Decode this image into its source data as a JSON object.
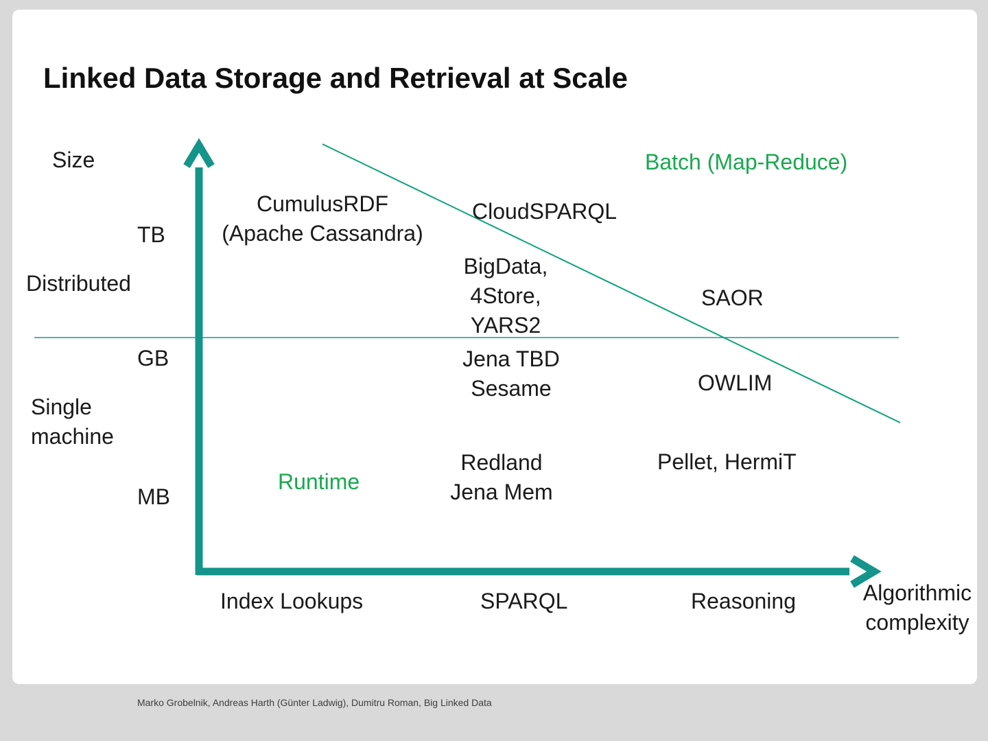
{
  "title": "Linked Data Storage and Retrieval at Scale",
  "footer": "Marko Grobelnik, Andreas Harth (Günter Ladwig), Dumitru Roman, Big Linked Data",
  "colors": {
    "background": "#d9d9d9",
    "slide": "#ffffff",
    "axis": "#14948a",
    "divider": "#1d9490",
    "diagonal": "#0ca377",
    "green": "#19a850",
    "text": "#1a1a1a"
  },
  "axes": {
    "y_label": "Size",
    "y_ticks": [
      "TB",
      "GB",
      "MB"
    ],
    "y_region_upper": "Distributed",
    "y_region_lower_lines": [
      "Single",
      "machine"
    ],
    "x_ticks": [
      "Index Lookups",
      "SPARQL",
      "Reasoning"
    ],
    "x_label_lines": [
      "Algorithmic",
      "complexity"
    ]
  },
  "modes": {
    "batch": "Batch (Map-Reduce)",
    "runtime": "Runtime"
  },
  "systems": {
    "cumulusrdf_lines": [
      "CumulusRDF",
      "(Apache Cassandra)"
    ],
    "cloudsparql": "CloudSPARQL",
    "bigdata_lines": [
      "BigData,",
      "4Store,",
      "YARS2"
    ],
    "saor": "SAOR",
    "jena_lines": [
      "Jena TBD",
      "Sesame"
    ],
    "owlim": "OWLIM",
    "redland_lines": [
      "Redland",
      "Jena Mem"
    ],
    "pellet": "Pellet, HermiT"
  }
}
